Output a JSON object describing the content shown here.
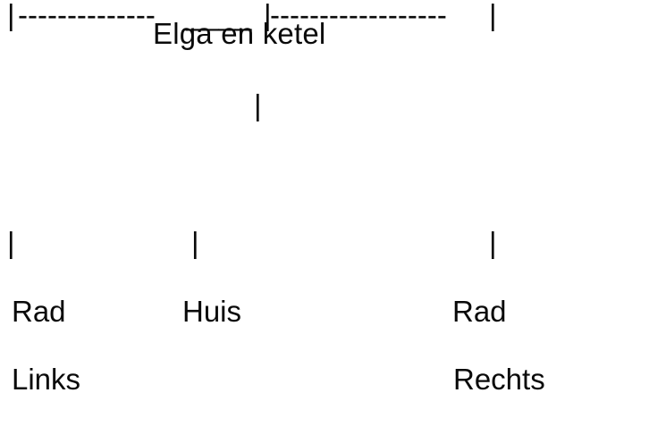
{
  "document": {
    "title": "Elga en ketel",
    "language": "nl",
    "background_color": "#ffffff",
    "text_color": "#0a0a0a"
  },
  "diagram": {
    "type": "ascii-tree",
    "title": "Elga en ketel",
    "root_connector": "|",
    "bus": {
      "left_end_glyph": "|",
      "left_dashes": "--------------",
      "left_dash_count": 14,
      "center_underscores": "____",
      "center_underscore_count": 4,
      "center_glyph": "|",
      "right_dashes": "------------------",
      "right_dash_count": 18,
      "right_end_glyph": "|"
    },
    "stubs": {
      "left": "|",
      "center": "|",
      "right": "|"
    },
    "nodes": [
      {
        "id": "rad-links",
        "line1": "Rad",
        "line2": "Links",
        "position": "left"
      },
      {
        "id": "huis",
        "line1": "Huis",
        "line2": "",
        "position": "center"
      },
      {
        "id": "rad-rechts",
        "line1": "Rad",
        "line2": "Rechts",
        "position": "right"
      }
    ]
  }
}
